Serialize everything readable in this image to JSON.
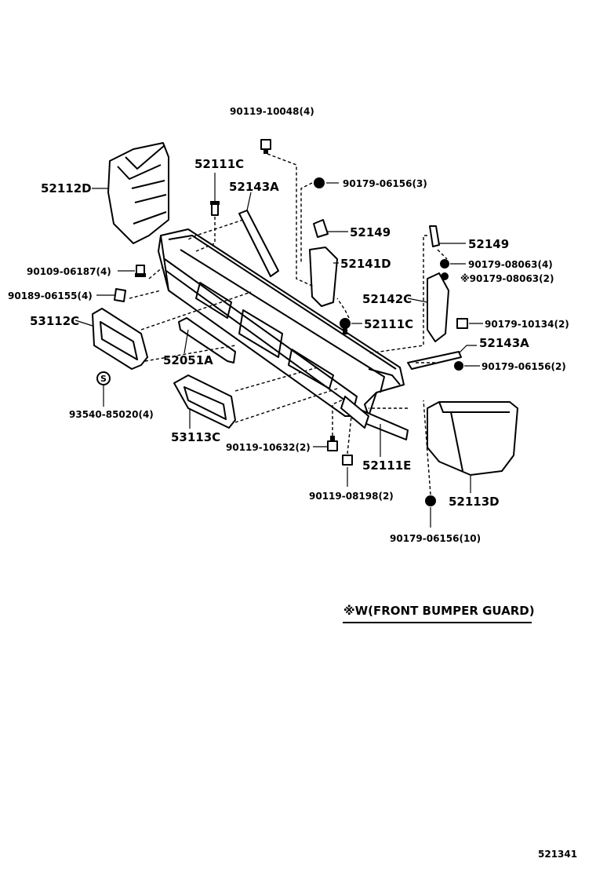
{
  "labels": {
    "p_90119_10048": "90119-10048(4)",
    "p_52111c_top": "52111C",
    "p_52143a_top": "52143A",
    "p_90179_06156_3": "90179-06156(3)",
    "p_52112d": "52112D",
    "p_52149_a": "52149",
    "p_52149_b": "52149",
    "p_52141d": "52141D",
    "p_90179_08063_4": "90179-08063(4)",
    "p_90179_08063_2": "※90179-08063(2)",
    "p_90109_06187": "90109-06187(4)",
    "p_90189_06155": "90189-06155(4)",
    "p_52142c": "52142C",
    "p_53112c": "53112C",
    "p_52111c_mid": "52111C",
    "p_90179_10134": "90179-10134(2)",
    "p_52143a_right": "52143A",
    "p_52051a": "52051A",
    "p_90179_06156_2": "90179-06156(2)",
    "p_93540_85020": "93540-85020(4)",
    "p_53113c": "53113C",
    "p_90119_10632": "90119-10632(2)",
    "p_52111e": "52111E",
    "p_52113d": "52113D",
    "p_90119_08198": "90119-08198(2)",
    "p_90179_06156_10": "90179-06156(10)",
    "s_mark": "S"
  },
  "legend": {
    "note": "※W(FRONT BUMPER GUARD)"
  },
  "footer": {
    "diagram_number": "521341"
  }
}
